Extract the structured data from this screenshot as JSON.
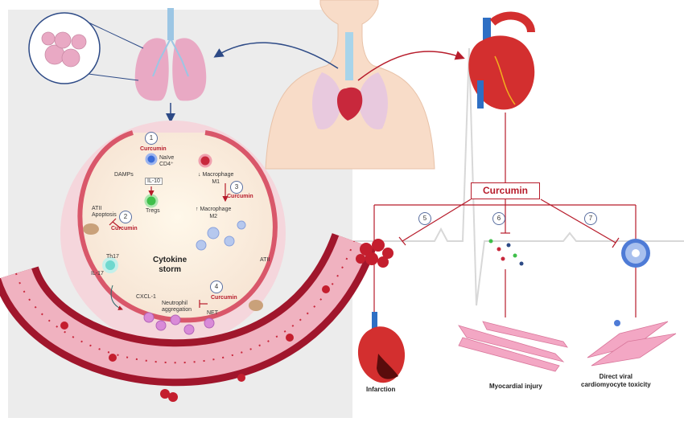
{
  "colors": {
    "curcumin": "#b71c2b",
    "panel": "#ededed",
    "vessel": "#c8283c",
    "lung": "#e9a9c4",
    "arrow": "#2d4a86"
  },
  "steps": {
    "s1": "1",
    "s2": "2",
    "s3": "3",
    "s4": "4",
    "s5": "5",
    "s6": "6",
    "s7": "7"
  },
  "alveolus": {
    "curcumin_1": "Curcumin",
    "naive_cd4": "Naïve\nCD4⁺",
    "il10": "IL-10",
    "tregs": "Tregs",
    "damps": "DAMPs",
    "atii_apoptosis": "ATII\nApoptosis",
    "curcumin_2": "Curcumin",
    "macrophage_m1": "↓ Macrophage\nM1",
    "curcumin_3": "Curcumin",
    "macrophage_m2": "↑ Macrophage\nM2",
    "th17": "Th17",
    "il17": "IL-17",
    "cytokine_storm": "Cytokine\nstorm",
    "atii": "ATII",
    "curcumin_4": "Curcumin",
    "cxcl1": "CXCL-1",
    "neutrophil_aggregation": "Neutrophil\naggregation",
    "net": "NET"
  },
  "cardiac": {
    "curcumin_box": "Curcumin",
    "infarction": "Infarction",
    "myocardial_injury": "Myocardial injury",
    "viral_toxicity": "Direct viral\ncardiomyocyte toxicity"
  }
}
